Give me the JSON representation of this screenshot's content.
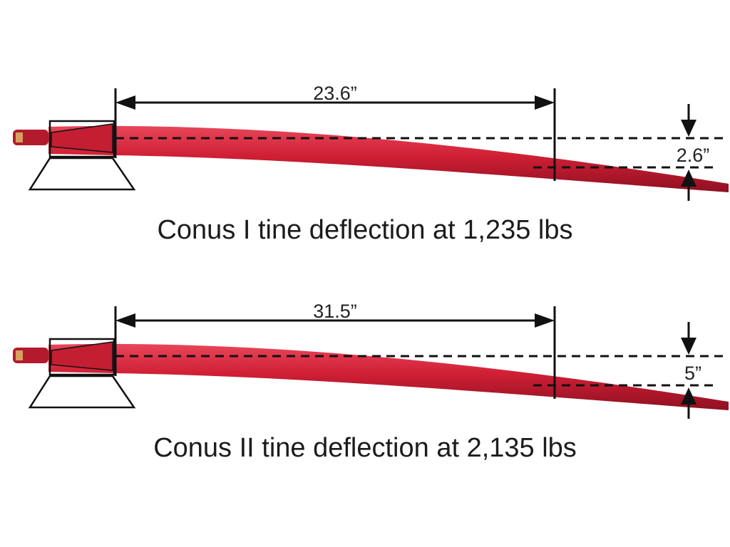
{
  "colors": {
    "tine_red": "#d01f35",
    "tine_dark": "#8f1022",
    "line": "#111111"
  },
  "diagrams": [
    {
      "length_label": "23.6”",
      "deflection_label": "2.6”",
      "caption": "Conus I tine deflection at 1,235 lbs"
    },
    {
      "length_label": "31.5”",
      "deflection_label": "5”",
      "caption": "Conus II tine deflection at 2,135 lbs"
    }
  ]
}
